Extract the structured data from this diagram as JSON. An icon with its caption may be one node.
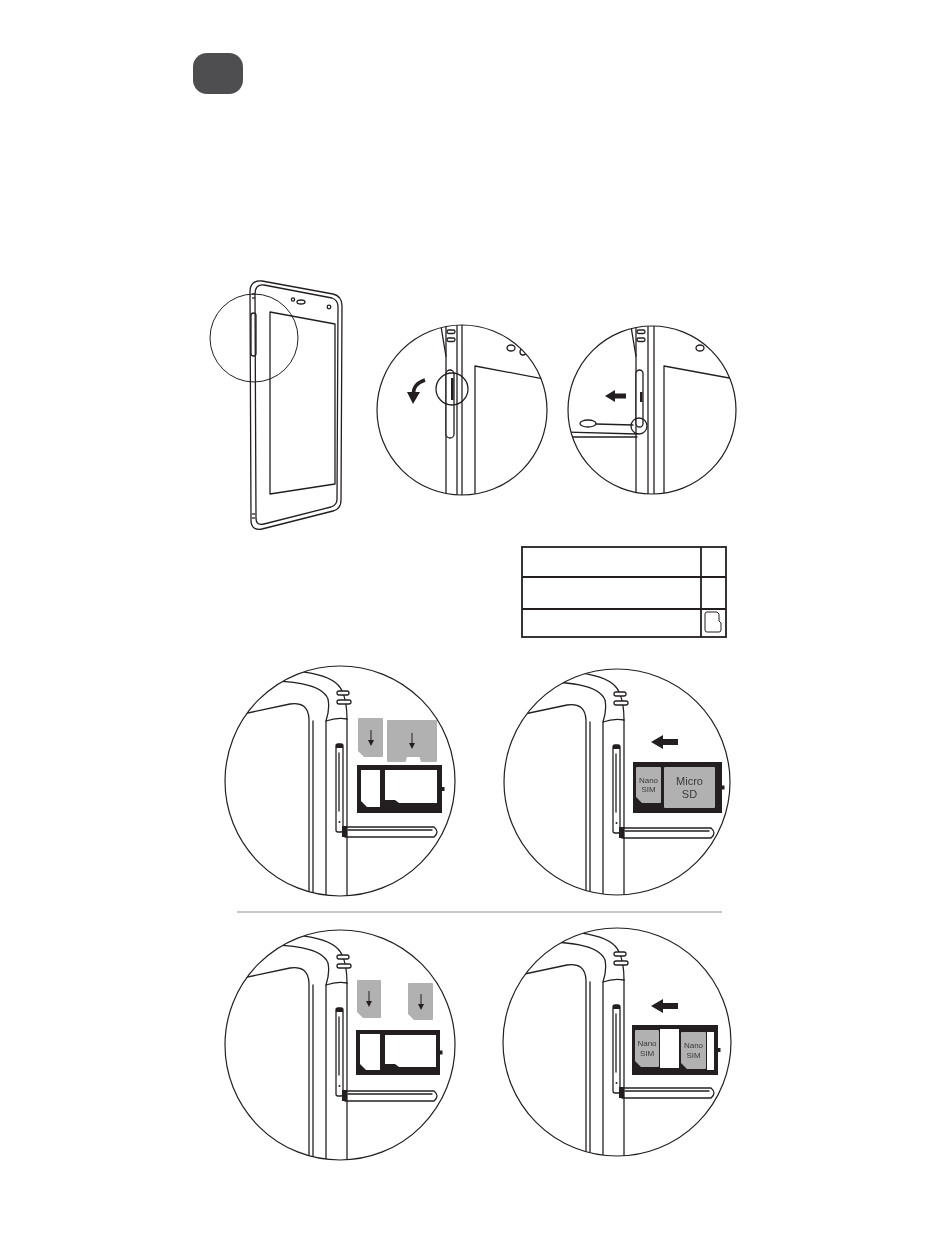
{
  "diagram": {
    "nodes": [
      {
        "text": [],
        "shape": "box"
      },
      {
        "text": [],
        "shape": "box"
      },
      {
        "text": [],
        "shape": "box"
      },
      {
        "text": [
          "Nano SIM"
        ]
      },
      {
        "text": [
          "Micro SD"
        ]
      },
      {
        "text": [],
        "shape": "box"
      },
      {
        "text": [],
        "shape": "box"
      },
      {
        "text": [
          "Nano SIM"
        ]
      },
      {
        "text": [
          "Nano SIM"
        ]
      }
    ]
  }
}
